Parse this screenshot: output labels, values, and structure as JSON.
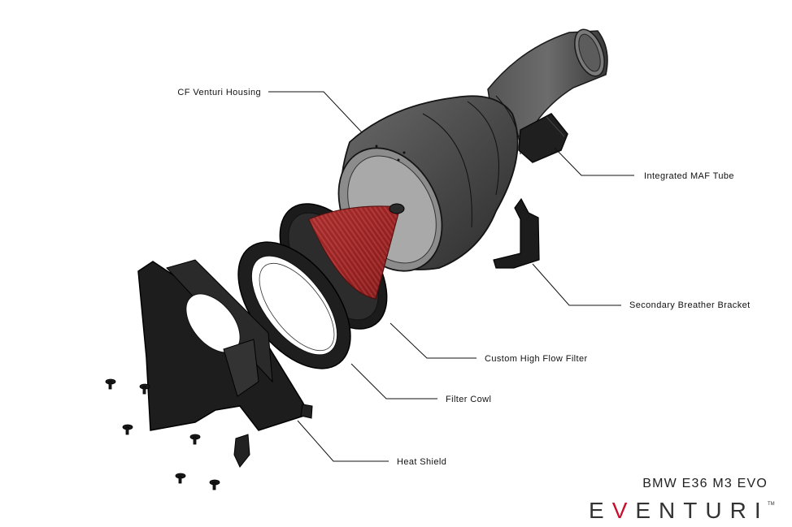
{
  "labels": {
    "cf_venturi_housing": "CF Venturi Housing",
    "integrated_maf_tube": "Integrated MAF Tube",
    "secondary_breather_bracket": "Secondary Breather Bracket",
    "custom_high_flow_filter": "Custom High Flow Filter",
    "filter_cowl": "Filter Cowl",
    "heat_shield": "Heat Shield"
  },
  "model": "BMW E36 M3 EVO",
  "brand": {
    "before": "E",
    "accent": "V",
    "after": "ENTURI",
    "trademark": "TM",
    "accent_color": "#c8102e"
  }
}
